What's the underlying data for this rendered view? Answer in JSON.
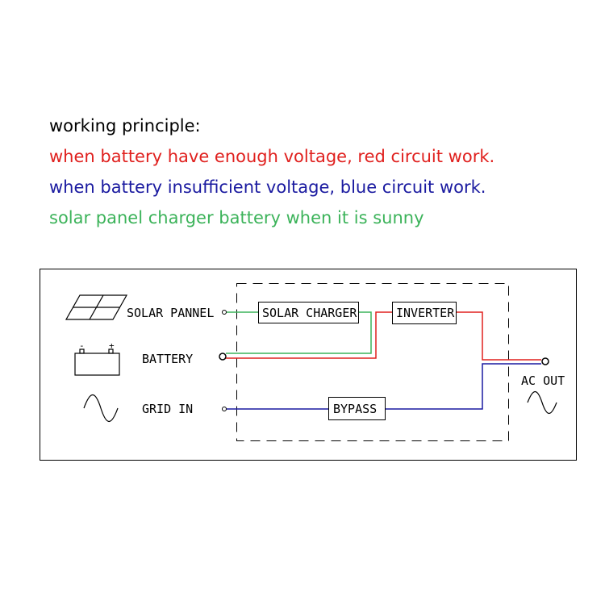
{
  "legend": {
    "heading": "working principle:",
    "red_line": "when battery have enough voltage, red circuit work.",
    "blue_line": "when battery insufficient voltage, blue circuit work.",
    "green_line": "solar panel charger battery when it is sunny"
  },
  "colors": {
    "red": "#e0201e",
    "blue": "#1a1aa0",
    "green": "#3cb35a",
    "line": "#000000"
  },
  "inputs": {
    "solar": "SOLAR PANNEL",
    "battery": "BATTERY",
    "grid": "GRID IN"
  },
  "modules": {
    "solar_charger": "SOLAR CHARGER",
    "inverter": "INVERTER",
    "bypass": "BYPASS"
  },
  "output": {
    "ac_out": "AC OUT"
  },
  "battery_symbol": {
    "minus": "-",
    "plus": "+"
  },
  "icons": {
    "solar": "solar-panel-icon",
    "battery": "battery-icon",
    "grid": "sine-wave-icon",
    "output": "sine-wave-icon"
  }
}
